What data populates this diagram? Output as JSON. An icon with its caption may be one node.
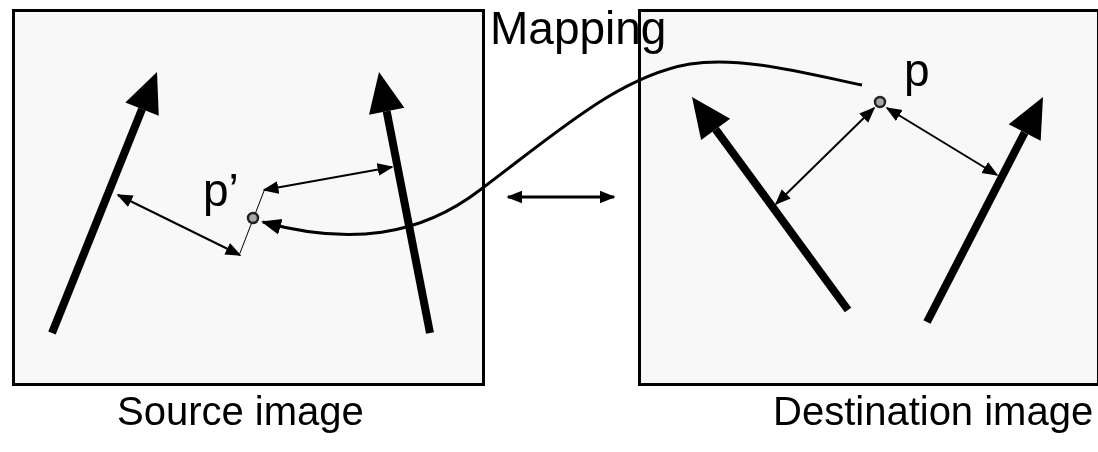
{
  "diagram": {
    "nodes": [
      {
        "text": [
          "Source image"
        ]
      },
      {
        "text": [
          "Destination image"
        ]
      },
      {
        "text": [],
        "shape": "circle",
        "beside": [
          "p’"
        ],
        "in": 0
      },
      {
        "text": [],
        "shape": "circle",
        "beside": [
          "p"
        ],
        "in": 1
      }
    ],
    "edges": [
      {
        "from": 3,
        "to": 2,
        "arrow": "to",
        "label": "Mapping"
      },
      {
        "from": 0,
        "to": 1,
        "arrow": "both"
      }
    ]
  }
}
